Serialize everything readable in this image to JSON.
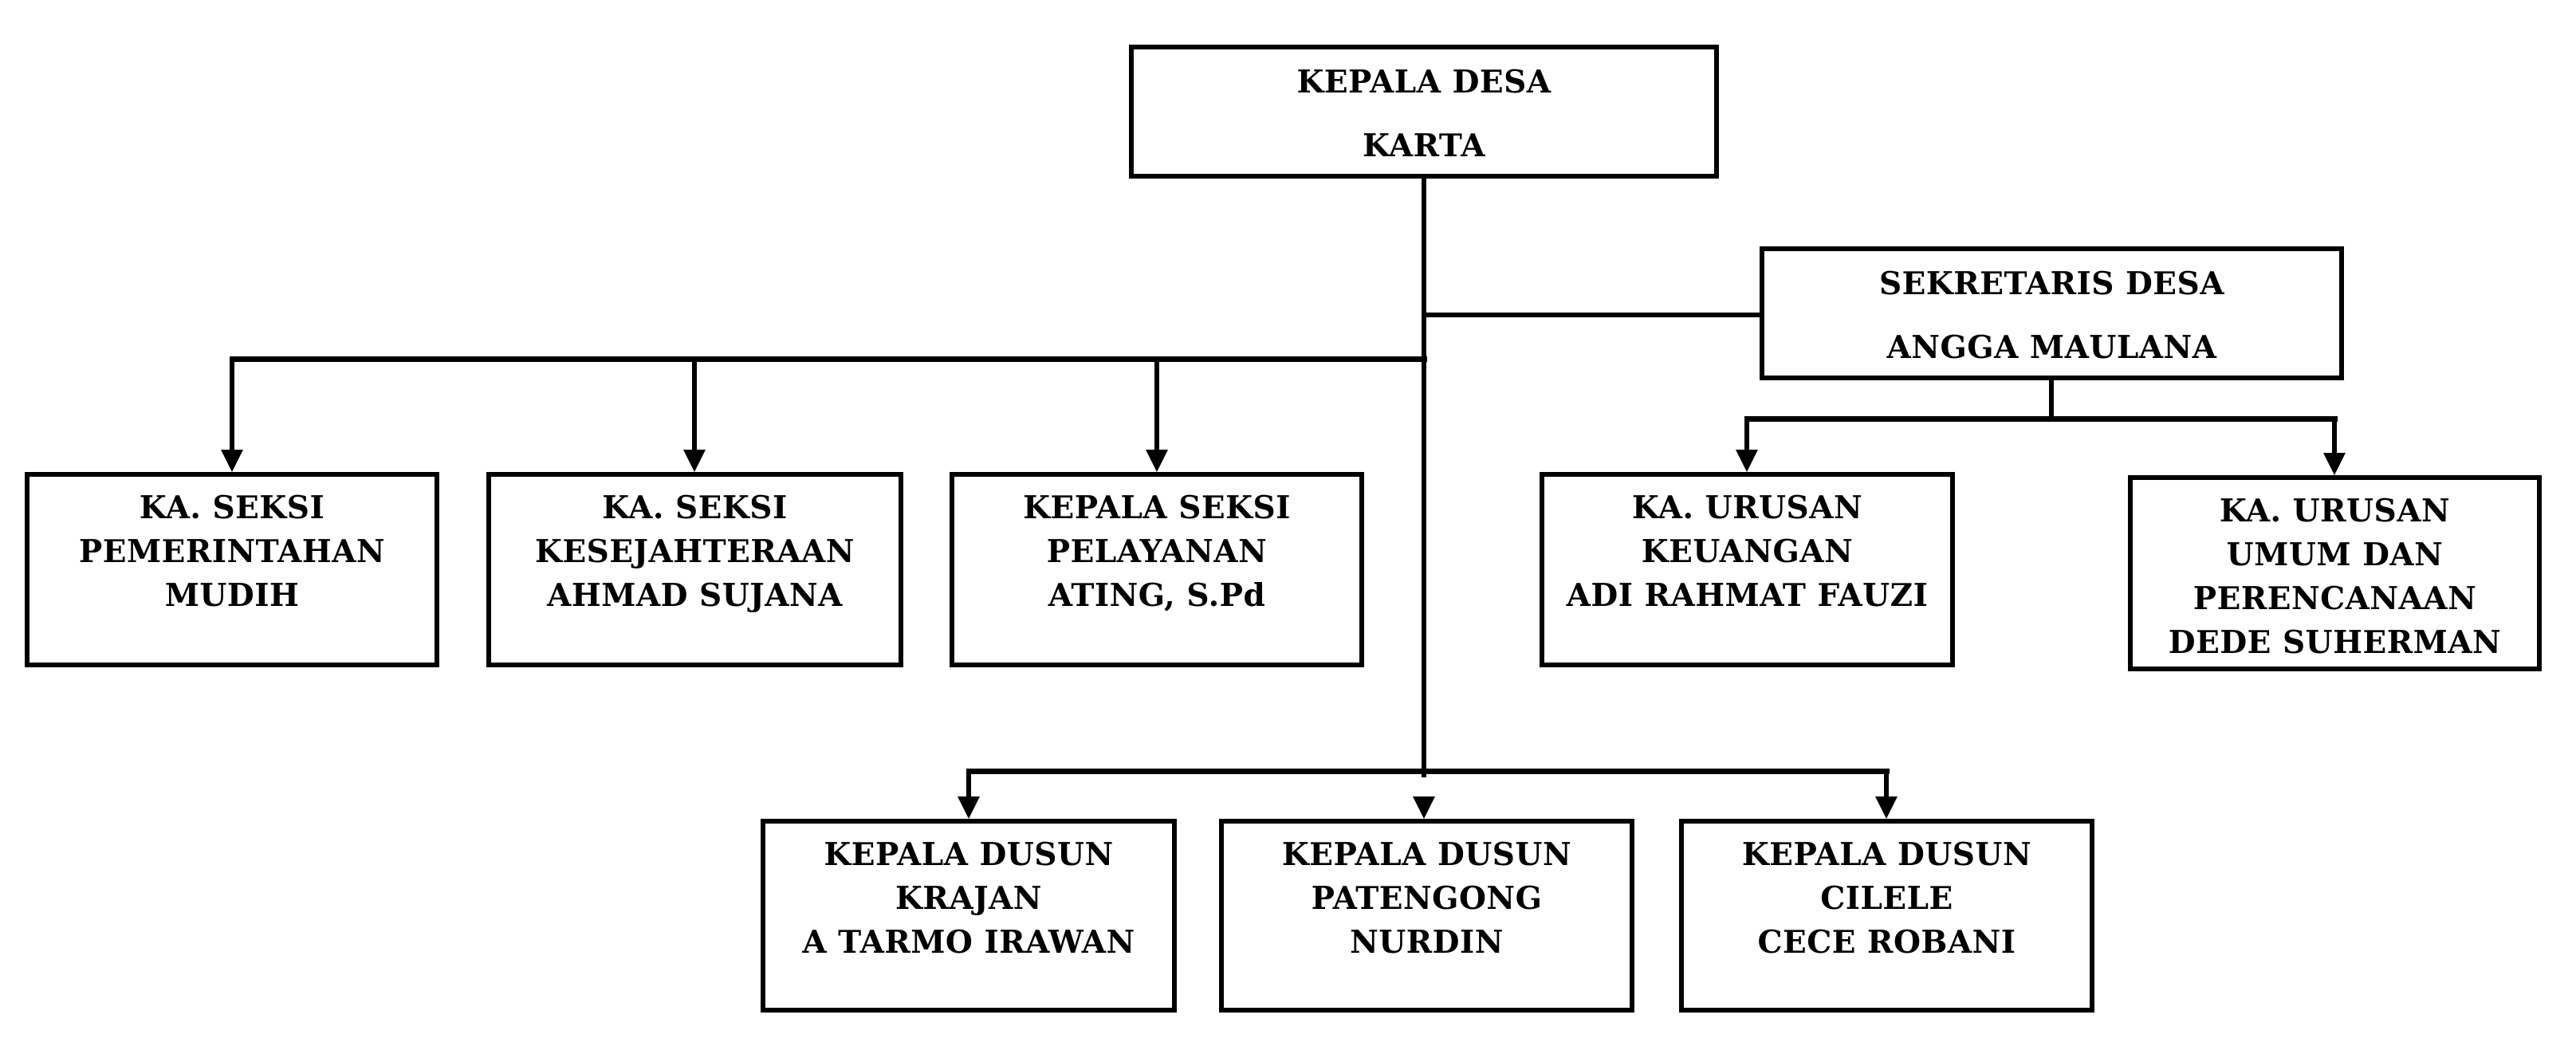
{
  "title": "Struktur organisasi pemerintahan desa",
  "colors": {
    "line": "#000000",
    "text": "#000000",
    "background": "#ffffff"
  },
  "nodes": {
    "kepala_desa": {
      "role": "KEPALA DESA",
      "person": "KARTA",
      "lines": [
        "KEPALA DESA",
        "KARTA"
      ]
    },
    "sekretaris_desa": {
      "role": "SEKRETARIS DESA",
      "person": "ANGGA MAULANA",
      "lines": [
        "SEKRETARIS DESA",
        "ANGGA MAULANA"
      ]
    },
    "seksi_pemerintahan": {
      "role": "KA. SEKSI PEMERINTAHAN",
      "person": "MUDIH",
      "lines": [
        "KA. SEKSI",
        "PEMERINTAHAN",
        "MUDIH"
      ]
    },
    "seksi_kesejahteraan": {
      "role": "KA. SEKSI KESEJAHTERAAN",
      "person": "AHMAD SUJANA",
      "lines": [
        "KA. SEKSI",
        "KESEJAHTERAAN",
        "AHMAD SUJANA"
      ]
    },
    "seksi_pelayanan": {
      "role": "KEPALA SEKSI PELAYANAN",
      "person": "ATING, S.Pd",
      "lines": [
        "KEPALA SEKSI",
        "PELAYANAN",
        "ATING, S.Pd"
      ]
    },
    "urusan_keuangan": {
      "role": "KA. URUSAN KEUANGAN",
      "person": "ADI RAHMAT FAUZI",
      "lines": [
        "KA. URUSAN",
        "KEUANGAN",
        "ADI RAHMAT FAUZI"
      ]
    },
    "urusan_umum": {
      "role": "KA. URUSAN UMUM DAN PERENCANAAN",
      "person": "DEDE SUHERMAN",
      "lines": [
        "KA. URUSAN",
        "UMUM DAN",
        "PERENCANAAN",
        "DEDE SUHERMAN"
      ]
    },
    "dusun_krajan": {
      "role": "KEPALA DUSUN KRAJAN",
      "person": "A TARMO IRAWAN",
      "lines": [
        "KEPALA DUSUN",
        "KRAJAN",
        "A TARMO IRAWAN"
      ]
    },
    "dusun_patengong": {
      "role": "KEPALA DUSUN PATENGONG",
      "person": "NURDIN",
      "lines": [
        "KEPALA DUSUN",
        "PATENGONG",
        "NURDIN"
      ]
    },
    "dusun_cilele": {
      "role": "KEPALA DUSUN CILELE",
      "person": "CECE ROBANI",
      "lines": [
        "KEPALA DUSUN",
        "CILELE",
        "CECE ROBANI"
      ]
    }
  },
  "edges": [
    {
      "from": "kepala_desa",
      "to": "sekretaris_desa"
    },
    {
      "from": "kepala_desa",
      "to": "seksi_pemerintahan"
    },
    {
      "from": "kepala_desa",
      "to": "seksi_kesejahteraan"
    },
    {
      "from": "kepala_desa",
      "to": "seksi_pelayanan"
    },
    {
      "from": "sekretaris_desa",
      "to": "urusan_keuangan"
    },
    {
      "from": "sekretaris_desa",
      "to": "urusan_umum"
    },
    {
      "from": "kepala_desa",
      "to": "dusun_krajan"
    },
    {
      "from": "kepala_desa",
      "to": "dusun_patengong"
    },
    {
      "from": "kepala_desa",
      "to": "dusun_cilele"
    }
  ]
}
